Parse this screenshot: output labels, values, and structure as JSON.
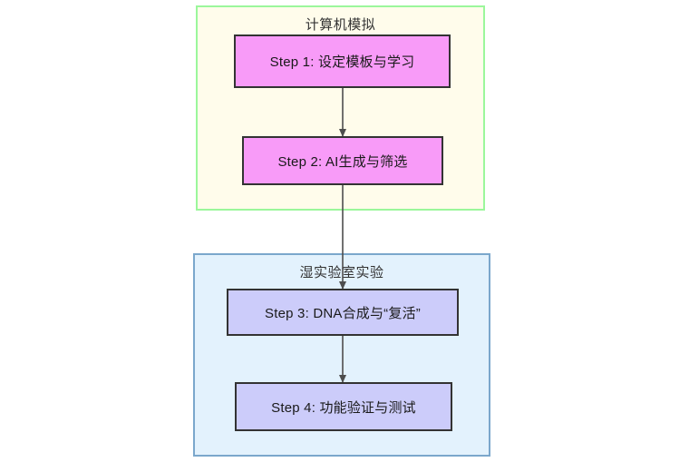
{
  "diagram": {
    "type": "flowchart",
    "direction": "top-to-bottom",
    "background_color": "#ffffff",
    "subgraphs": [
      {
        "id": "computational",
        "title": "计算机模拟",
        "fill_color": "#fffceb",
        "border_color": "#9bf79b",
        "nodes": [
          {
            "id": "step1",
            "label": "Step 1: 设定模板与学习",
            "fill_color": "#f89bf8",
            "border_color": "#333333"
          },
          {
            "id": "step2",
            "label": "Step 2: AI生成与筛选",
            "fill_color": "#f89bf8",
            "border_color": "#333333"
          }
        ]
      },
      {
        "id": "wetlab",
        "title": "湿实验室实验",
        "fill_color": "#e3f2fd",
        "border_color": "#7ba7cc",
        "nodes": [
          {
            "id": "step3",
            "label": "Step 3: DNA合成与“复活”",
            "fill_color": "#ccccfa",
            "border_color": "#333333"
          },
          {
            "id": "step4",
            "label": "Step 4: 功能验证与测试",
            "fill_color": "#ccccfa",
            "border_color": "#333333"
          }
        ]
      }
    ],
    "edges": [
      {
        "id": "edge-step1-step2",
        "from": "step1",
        "to": "step2",
        "label": "",
        "color": "#4d4d4d"
      },
      {
        "id": "edge-step2-step3",
        "from": "step2",
        "to": "step3",
        "label": "",
        "color": "#4d4d4d"
      },
      {
        "id": "edge-step3-step4",
        "from": "step3",
        "to": "step4",
        "label": "",
        "color": "#4d4d4d"
      }
    ]
  }
}
